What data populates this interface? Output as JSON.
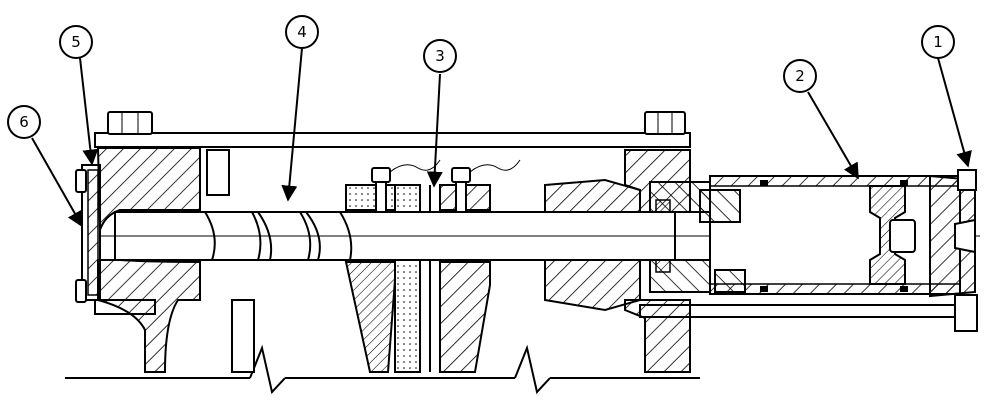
{
  "drawing": {
    "callouts": [
      {
        "id": "1",
        "label": "1"
      },
      {
        "id": "2",
        "label": "2"
      },
      {
        "id": "3",
        "label": "3"
      },
      {
        "id": "4",
        "label": "4"
      },
      {
        "id": "5",
        "label": "5"
      },
      {
        "id": "6",
        "label": "6"
      }
    ],
    "colors": {
      "line": "#000000",
      "background": "#ffffff"
    }
  }
}
